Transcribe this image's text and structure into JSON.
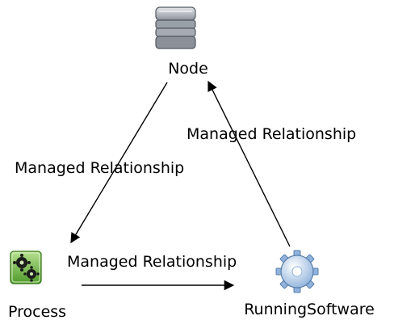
{
  "nodes": [
    {
      "id": "node",
      "label": "Node",
      "icon": "server-stack-icon"
    },
    {
      "id": "process",
      "label": "Process",
      "icon": "gears-icon"
    },
    {
      "id": "running",
      "label": "RunningSoftware",
      "icon": "cog-icon"
    }
  ],
  "edges": [
    {
      "from": "Node",
      "to": "Process",
      "label": "Managed Relationship"
    },
    {
      "from": "RunningSoftware",
      "to": "Node",
      "label": "Managed Relationship"
    },
    {
      "from": "Process",
      "to": "RunningSoftware",
      "label": "Managed Relationship"
    }
  ],
  "colors": {
    "edge": "#000000",
    "server_fill": "#b9bec6",
    "process_fill": "#7fbf55",
    "cog_fill": "#bcd6f2"
  }
}
